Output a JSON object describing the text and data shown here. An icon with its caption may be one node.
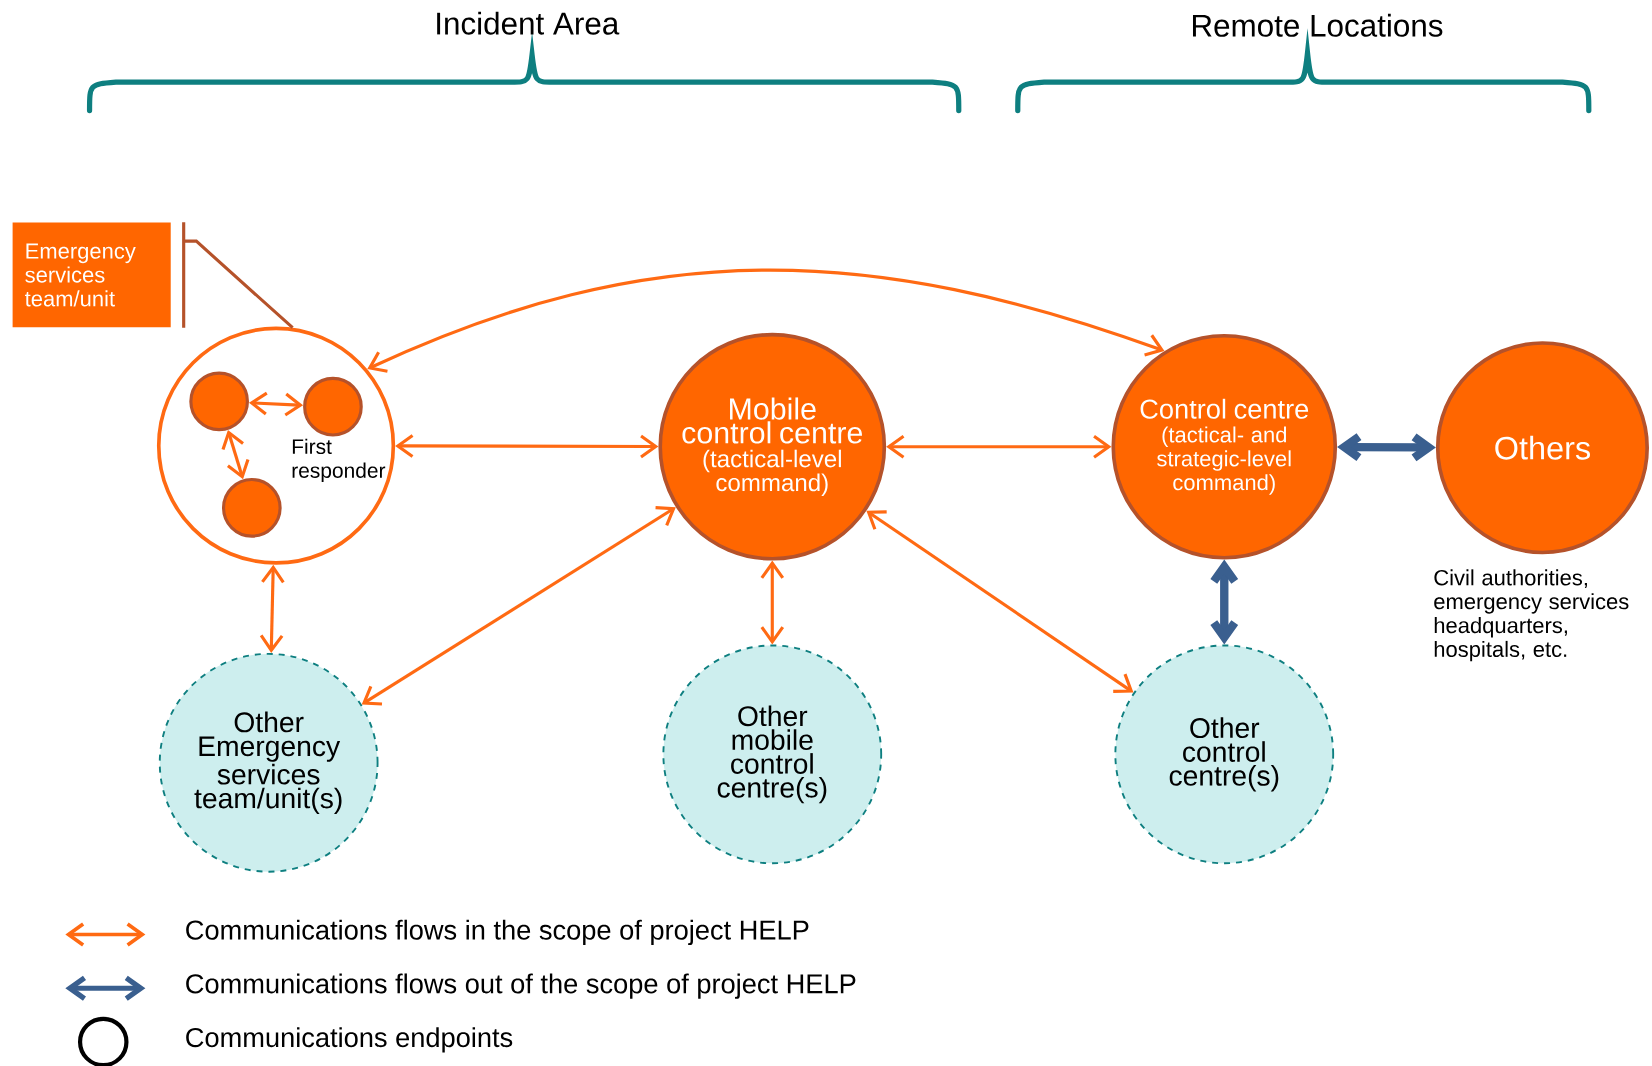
{
  "diagram": {
    "nodes": [
      {
        "text": [
          "Emergency services team/unit"
        ]
      },
      {
        "text": [
          "First responder"
        ]
      },
      {
        "text": [],
        "shape": "circle",
        "in": 1
      },
      {
        "text": [],
        "shape": "circle",
        "in": 1
      },
      {
        "text": [],
        "shape": "circle",
        "in": 1
      },
      {
        "text": [
          "Mobile control centre",
          "(tactical-level command)"
        ]
      },
      {
        "text": [
          "Control centre",
          "(tactical- and strategic-level command)"
        ]
      },
      {
        "text": [
          "Others"
        ],
        "beside": [
          "Civil authorities, emergency services headquarters, hospitals, etc."
        ]
      },
      {
        "text": [
          "Other Emergency services team/unit(s)"
        ]
      },
      {
        "text": [
          "Other mobile control centre(s)"
        ]
      },
      {
        "text": [
          "Other control centre(s)"
        ]
      }
    ],
    "edges": [
      {
        "from": 2,
        "to": 3,
        "arrow": "both"
      },
      {
        "from": 2,
        "to": 4,
        "arrow": "both"
      },
      {
        "from": 1,
        "to": 6,
        "arrow": "both"
      },
      {
        "from": 1,
        "to": 5,
        "arrow": "both"
      },
      {
        "from": 5,
        "to": 6,
        "arrow": "both"
      },
      {
        "from": 6,
        "to": 7,
        "arrow": "both",
        "style": "thick",
        "color": "#3a5f8f"
      },
      {
        "from": 1,
        "to": 8,
        "arrow": "both"
      },
      {
        "from": 5,
        "to": 8,
        "arrow": "both"
      },
      {
        "from": 5,
        "to": 9,
        "arrow": "both"
      },
      {
        "from": 5,
        "to": 10,
        "arrow": "both"
      },
      {
        "from": 6,
        "to": 10,
        "arrow": "both",
        "style": "thick",
        "color": "#3a5f8f"
      },
      {
        "from": 0,
        "to": 1,
        "arrow": "none",
        "color": "#b5522a"
      }
    ],
    "labels": [
      "Incident Area",
      "Remote Locations"
    ],
    "legend": [
      {
        "text": "Communications flows in the scope of project HELP"
      },
      {
        "text": "Communications flows out of the scope of project HELP"
      },
      {
        "text": "Communications endpoints"
      }
    ]
  }
}
